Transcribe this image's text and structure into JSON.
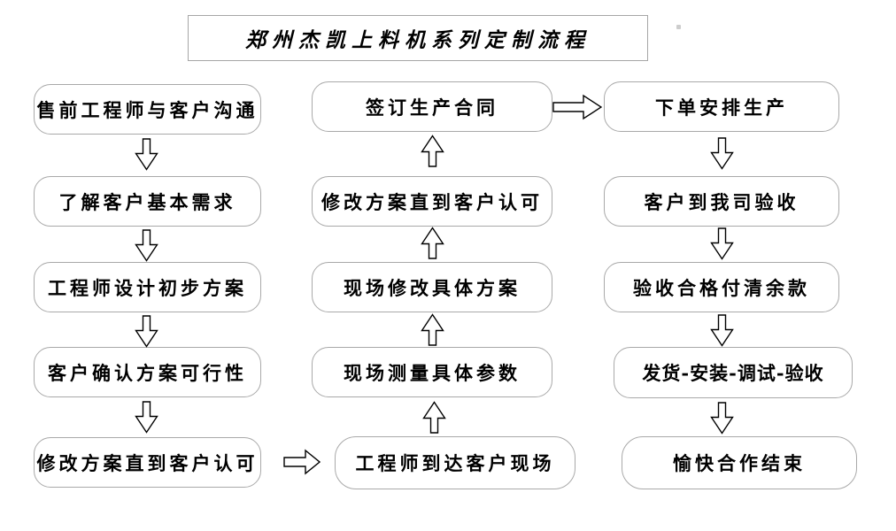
{
  "page": {
    "title": "郑州杰凯上料机系列定制流程"
  },
  "flow": {
    "left": {
      "nodes": [
        "售前工程师与客户沟通",
        "了解客户基本需求",
        "工程师设计初步方案",
        "客户确认方案可行性",
        "修改方案直到客户认可"
      ]
    },
    "middle": {
      "nodes": [
        "签订生产合同",
        "修改方案直到客户认可",
        "现场修改具体方案",
        "现场测量具体参数",
        "工程师到达客户现场"
      ]
    },
    "right": {
      "nodes": [
        "下单安排生产",
        "客户到我司验收",
        "验收合格付清余款",
        "发货-安装-调试-验收",
        "愉快合作结束"
      ]
    }
  },
  "icons": {
    "down_arrow": "down-block-arrow",
    "up_arrow": "up-block-arrow",
    "right_arrow": "right-block-arrow"
  },
  "colors": {
    "background": "#ffffff",
    "box_border": "#a9a9a9",
    "title_border": "#a6a6a6",
    "text": "#000000",
    "arrow_outline": "#000000",
    "arrow_fill": "#ffffff"
  }
}
